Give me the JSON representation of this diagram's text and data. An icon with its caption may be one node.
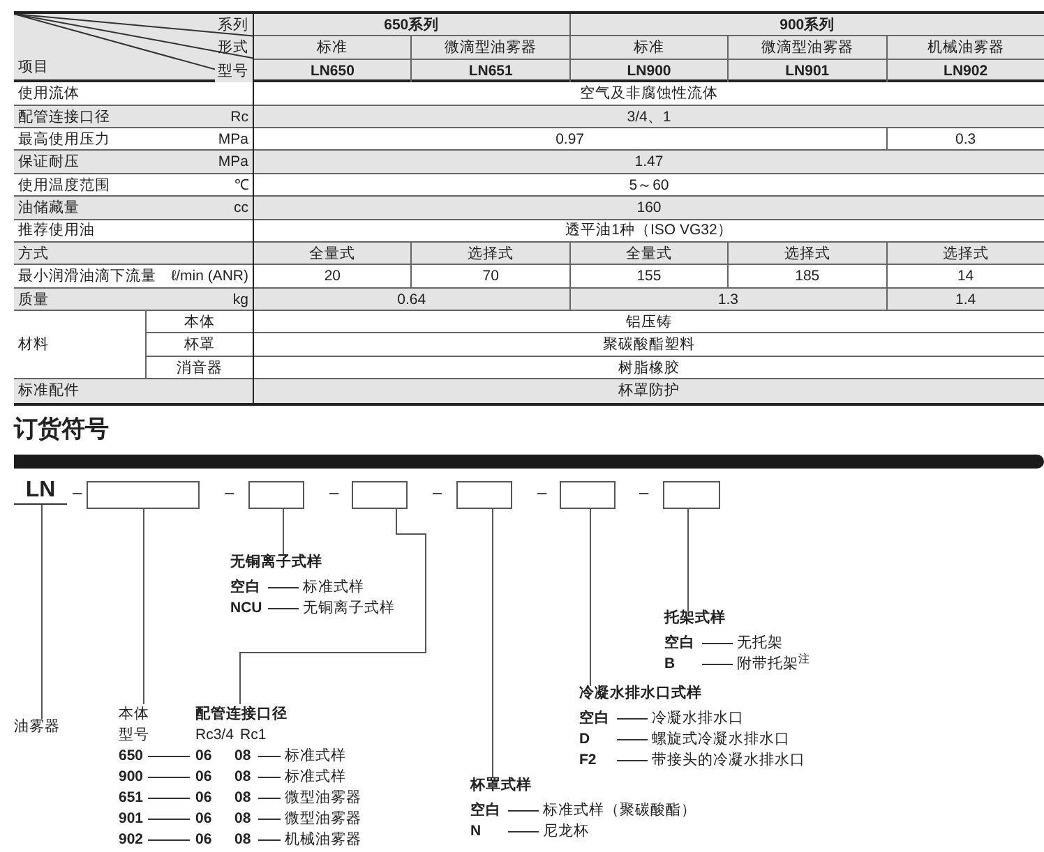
{
  "diagram": {
    "nodes": [
      {
        "text": [
          "LN"
        ]
      },
      {
        "text": [],
        "shape": "box"
      },
      {
        "text": [],
        "shape": "box"
      },
      {
        "text": [],
        "shape": "box"
      },
      {
        "text": [],
        "shape": "box"
      },
      {
        "text": [],
        "shape": "box"
      },
      {
        "text": [],
        "shape": "box"
      },
      {
        "text": [
          "无铜离子式样",
          "空白",
          "标准式样",
          "NCU",
          "无铜离子式样"
        ]
      },
      {
        "text": [
          "托架式样",
          "空白",
          "无托架",
          "B",
          "附带托架$^{注}$"
        ]
      },
      {
        "text": [
          "冷凝水排水口式样",
          "空白",
          "冷凝水排水口",
          "D",
          "螺旋式冷凝水排水口",
          "F2",
          "带接头的冷凝水排水口"
        ]
      },
      {
        "text": [
          "油雾器"
        ]
      },
      {
        "text": [
          "本体",
          "型号",
          "650",
          "900",
          "651",
          "901",
          "902"
        ]
      },
      {
        "text": [
          "配管连接口径",
          "Rc3/4",
          "Rc1",
          "06",
          "08",
          "标准式样",
          "06",
          "08",
          "标准式样",
          "06",
          "08",
          "微型油雾器",
          "06",
          "08",
          "微型油雾器",
          "06",
          "08",
          "机械油雾器"
        ]
      },
      {
        "text": [
          "杯罩式样",
          "空白",
          "标准式样（聚碳酸酯）",
          "N",
          "尼龙杯"
        ]
      }
    ],
    "edges": [
      {
        "from": 0,
        "to": 10,
        "arrow": "none"
      },
      {
        "from": 1,
        "to": 11,
        "arrow": "none"
      },
      {
        "from": 2,
        "to": 7,
        "arrow": "none"
      },
      {
        "from": 3,
        "to": 12,
        "arrow": "none"
      },
      {
        "from": 4,
        "to": 13,
        "arrow": "none"
      },
      {
        "from": 5,
        "to": 9,
        "arrow": "none"
      },
      {
        "from": 6,
        "to": 8,
        "arrow": "none"
      }
    ],
    "labels": [
      "系列",
      "650系列",
      "900系列",
      "形式",
      "标准",
      "微滴型油雾器",
      "标准",
      "微滴型油雾器",
      "机械油雾器",
      "项目",
      "型号",
      "LN650",
      "LN651",
      "LN900",
      "LN901",
      "LN902",
      "使用流体",
      "空气及非腐蚀性流体",
      "配管连接口径",
      "Rc",
      "3/4、1",
      "最高使用压力",
      "MPa",
      "0.97",
      "0.3",
      "保证耐压",
      "MPa",
      "1.47",
      "使用温度范围",
      "℃",
      "5～60",
      "油储藏量",
      "cc",
      "160",
      "推荐使用油",
      "透平油1种（ISO VG32）",
      "方式",
      "全量式",
      "选择式",
      "全量式",
      "选择式",
      "选择式",
      "最小润滑油滴下流量",
      "ℓ/min (ANR)",
      "20",
      "70",
      "155",
      "185",
      "14",
      "质量",
      "kg",
      "0.64",
      "1.3",
      "1.4",
      "材料",
      "本体",
      "铝压铸",
      "杯罩",
      "聚碳酸酯塑料",
      "消音器",
      "树脂橡胶",
      "标准配件",
      "杯罩防护",
      "订货符号",
      "–",
      "–",
      "–",
      "–",
      "–",
      "–"
    ]
  }
}
